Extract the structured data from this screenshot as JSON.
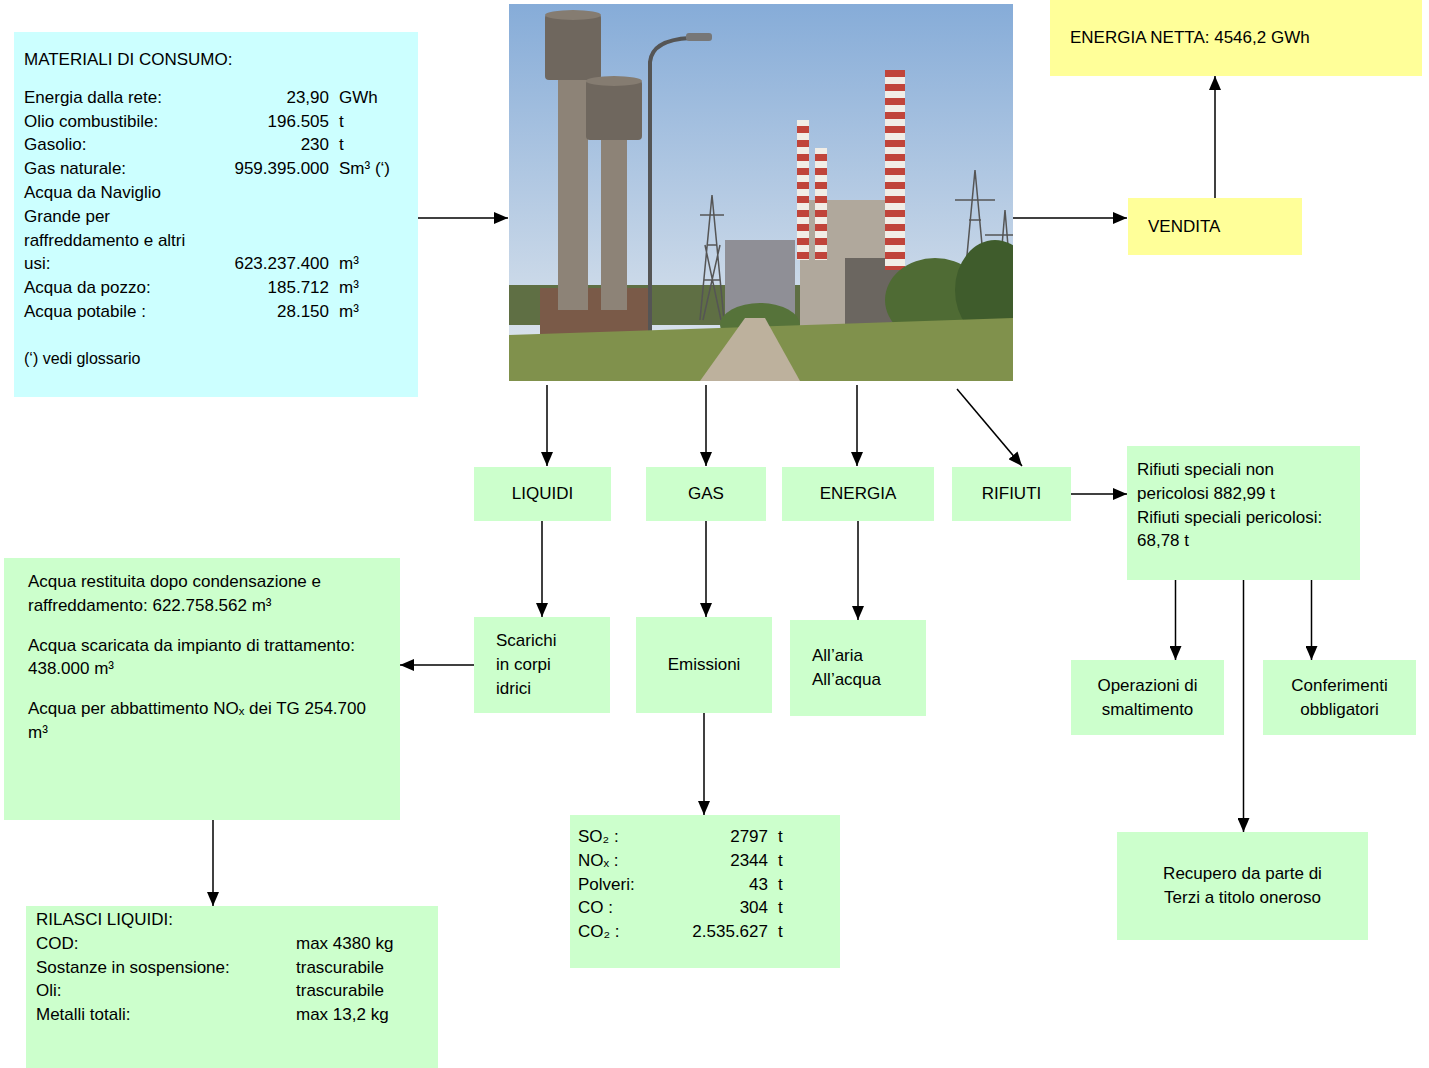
{
  "diagram": {
    "nodes": [
      {
        "text": [
          "MATERIALI DI CONSUMO:",
          "Energia dalla rete:",
          "23,90",
          "GWh",
          "Olio combustibile:",
          "196.505",
          "t",
          "Gasolio:",
          "230",
          "t",
          "Gas naturale:",
          "959.395.000",
          "Sm³ (‘)",
          "Acqua da Naviglio Grande per raffreddamento e altri usi:",
          "623.237.400",
          "m³",
          "Acqua da pozzo:",
          "185.712",
          "m³",
          "Acqua potabile :",
          "28.150",
          "m³",
          "(‘) vedi glossario"
        ]
      },
      {
        "text": [
          "ENERGIA NETTA: 4546,2 GWh"
        ]
      },
      {
        "text": [
          "VENDITA"
        ]
      },
      {
        "text": [
          "LIQUIDI"
        ]
      },
      {
        "text": [
          "GAS"
        ]
      },
      {
        "text": [
          "ENERGIA"
        ]
      },
      {
        "text": [
          "RIFIUTI"
        ]
      },
      {
        "text": [
          "Rifiuti speciali non pericolosi 882,99 t",
          "Rifiuti speciali pericolosi: 68,78 t"
        ]
      },
      {
        "text": [
          "Acqua restituita dopo condensazione e raffreddamento: 622.758.562 m³",
          "Acqua scaricata da impianto di trattamento: 438.000 m³",
          "Acqua per abbattimento NOₓ dei TG 254.700 m³"
        ]
      },
      {
        "text": [
          "Scarichi in corpi idrici"
        ]
      },
      {
        "text": [
          "Emissioni"
        ]
      },
      {
        "text": [
          "All’aria",
          "All’acqua"
        ]
      },
      {
        "text": [
          "Operazioni di smaltimento"
        ]
      },
      {
        "text": [
          "Conferimenti obbligatori"
        ]
      },
      {
        "text": [
          "SO₂ :",
          "2797",
          "t",
          "NOₓ :",
          "2344",
          "t",
          "Polveri:",
          "43",
          "t",
          "CO :",
          "304",
          "t",
          "CO₂ :",
          "2.535.627",
          "t"
        ]
      },
      {
        "text": [
          "RILASCI LIQUIDI:",
          "COD:",
          "max 4380 kg",
          "Sostanze in sospensione:",
          "trascurabile",
          "Oli:",
          "trascurabile",
          "Metalli totali:",
          "max 13,2 kg"
        ]
      },
      {
        "text": [
          "Recupero da parte di Terzi a titolo oneroso"
        ]
      }
    ],
    "edges": [
      {
        "from": 2,
        "to": 1,
        "arrow": "to"
      },
      {
        "from": 3,
        "to": 9,
        "arrow": "to"
      },
      {
        "from": 4,
        "to": 10,
        "arrow": "to"
      },
      {
        "from": 5,
        "to": 11,
        "arrow": "to"
      },
      {
        "from": 6,
        "to": 7,
        "arrow": "to"
      },
      {
        "from": 7,
        "to": 12,
        "arrow": "to"
      },
      {
        "from": 7,
        "to": 13,
        "arrow": "to"
      },
      {
        "from": 7,
        "to": 16,
        "arrow": "to"
      },
      {
        "from": 9,
        "to": 8,
        "arrow": "to"
      },
      {
        "from": 8,
        "to": 15,
        "arrow": "to"
      },
      {
        "from": 10,
        "to": 14,
        "arrow": "to"
      }
    ]
  }
}
